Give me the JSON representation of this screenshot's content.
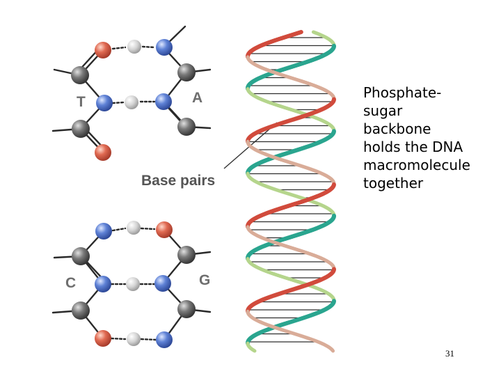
{
  "base_pair_ta": {
    "left_base": "T",
    "right_base": "A"
  },
  "base_pair_cg": {
    "left_base": "C",
    "right_base": "G"
  },
  "pointer_label": "Base pairs",
  "caption": "Phosphate-\nsugar\nbackbone\nholds the DNA\nmacromolecule\ntogether",
  "slide_number": "31",
  "colors": {
    "carbon": "#6d6d6d",
    "nitrogen": "#5577cc",
    "oxygen": "#d9634f",
    "hydrogen": "#c9c9c9",
    "strand_green": "#b5d58c",
    "strand_teal": "#2aa58f",
    "strand_red": "#d14b3c",
    "strand_tan": "#d9ac98"
  }
}
